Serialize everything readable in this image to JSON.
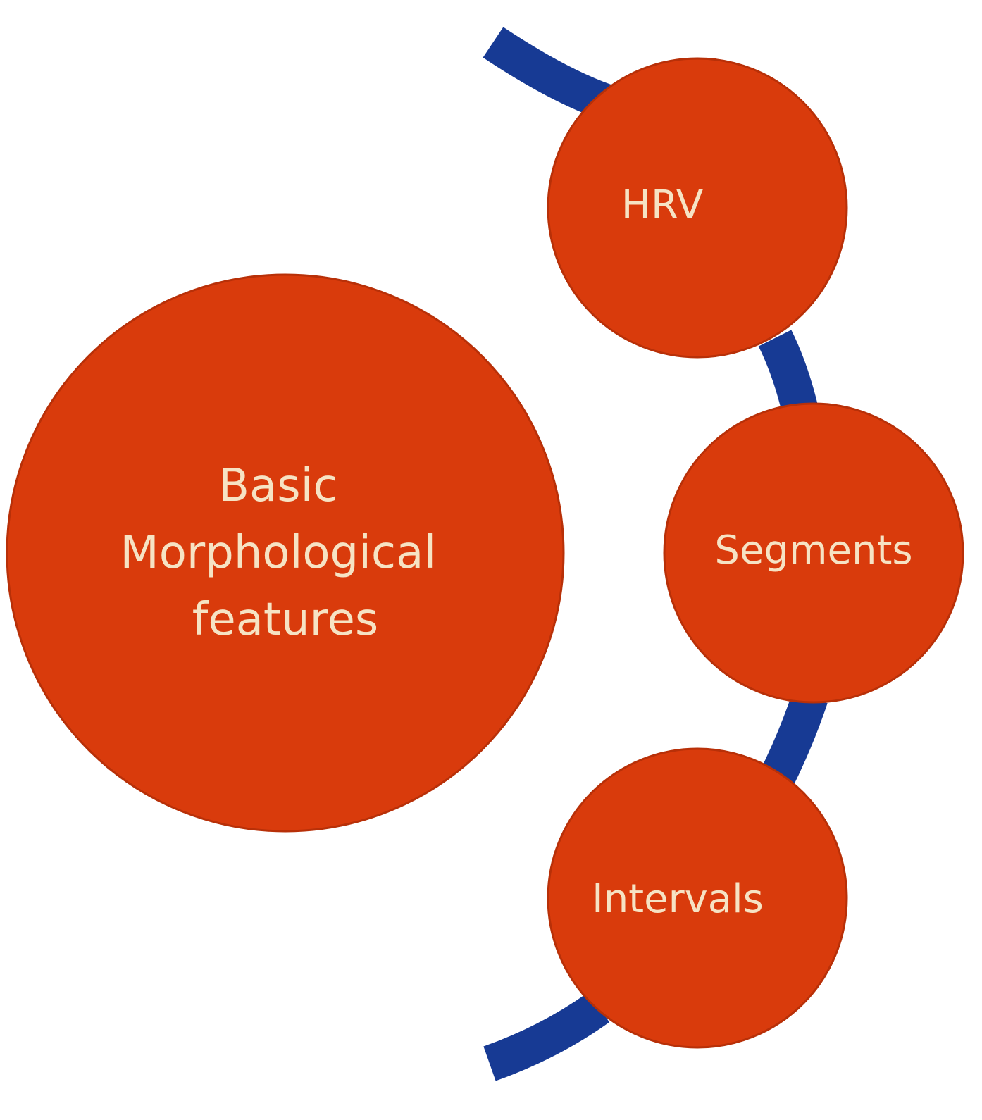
{
  "diagram": {
    "colors": {
      "circle_fill": "#d93b0c",
      "circle_stroke": "#b83008",
      "connector": "#173a94",
      "label_text": "#f6e3c4",
      "background": "#ffffff"
    },
    "main_node": {
      "lines": [
        "Basic",
        "Morphological",
        "features"
      ]
    },
    "nodes": [
      {
        "label": "HRV"
      },
      {
        "label": "Segments"
      },
      {
        "label": "Intervals"
      }
    ]
  }
}
